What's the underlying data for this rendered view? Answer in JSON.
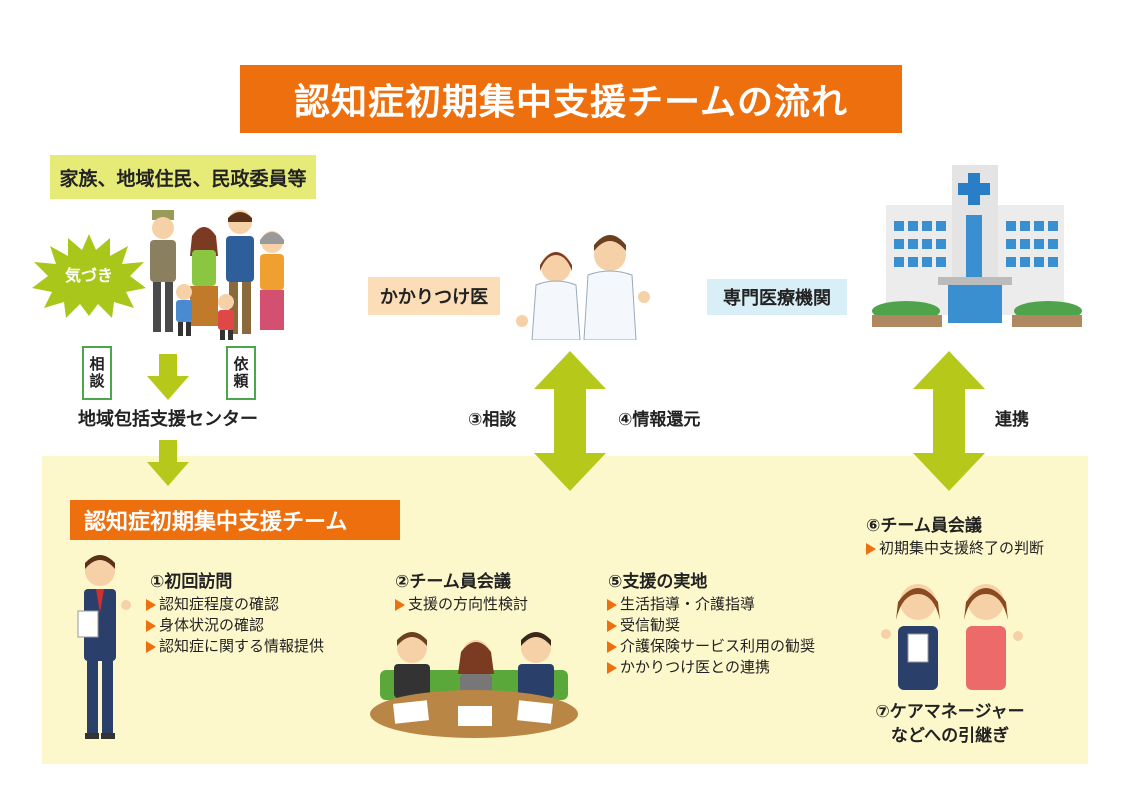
{
  "title": "認知症初期集中支援チームの流れ",
  "family": {
    "label": "家族、地域住民、民政委員等",
    "kizuki": "気づき",
    "soudan_box": "相談",
    "irai_box": "依頼"
  },
  "center": "地域包括支援センター",
  "kakaritsuke": "かかりつけ医",
  "senmon": "専門医療機関",
  "arrows": {
    "soudan3": "③相談",
    "kangen4": "④情報還元",
    "renkei": "連携"
  },
  "team_label": "認知症初期集中支援チーム",
  "stages": {
    "s1": {
      "title": "①初回訪問",
      "items": [
        "認知症程度の確認",
        "身体状況の確認",
        "認知症に関する情報提供"
      ]
    },
    "s2": {
      "title": "②チーム員会議",
      "items": [
        "支援の方向性検討"
      ]
    },
    "s5": {
      "title": "⑤支援の実地",
      "items": [
        "生活指導・介護指導",
        "受信勧奨",
        "介護保険サービス利用の勧奨",
        "かかりつけ医との連携"
      ]
    },
    "s6": {
      "title": "⑥チーム員会議",
      "items": [
        "初期集中支援終了の判断"
      ]
    }
  },
  "final": {
    "line1": "⑦ケアマネージャー",
    "line2": "などへの引継ぎ"
  },
  "colors": {
    "orange": "#ee6f0d",
    "arrow_green": "#b6c91b",
    "panel": "#fdf8cc",
    "family_bg": "#e6ea76",
    "kakari_bg": "#fbdeb7",
    "senmon_bg": "#d8eff7"
  }
}
